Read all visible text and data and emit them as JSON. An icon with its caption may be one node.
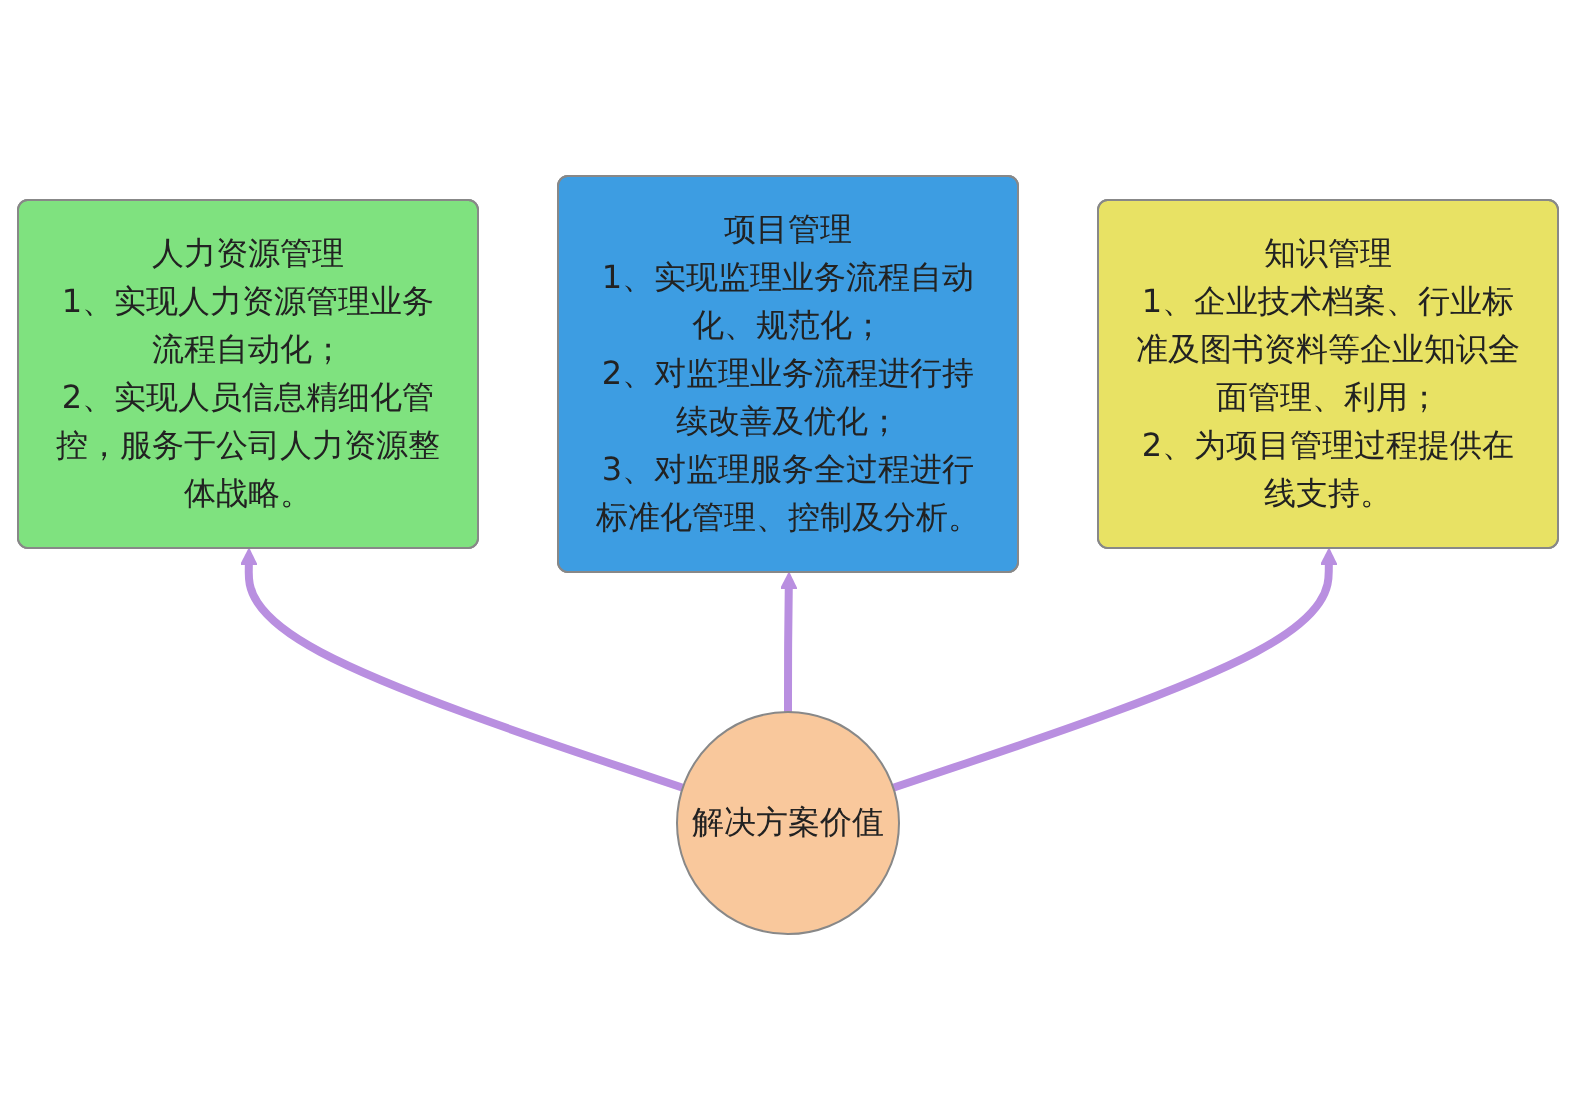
{
  "diagram": {
    "nodes": [
      {
        "text": [
          "人力资源管理",
          "1、实现人力资源管理业务流程自动化；",
          "2、实现人员信息精细化管控，服务于公司人力资源整体战略。"
        ]
      },
      {
        "text": [
          "项目管理",
          "1、实现监理业务流程自动化、规范化；",
          "2、对监理业务流程进行持续改善及优化；",
          "3、对监理服务全过程进行标准化管理、控制及分析。"
        ]
      },
      {
        "text": [
          "知识管理",
          "1、企业技术档案、行业标准及图书资料等企业知识全面管理、利用；",
          "2、为项目管理过程提供在线支持。"
        ]
      },
      {
        "text": [
          "解决方案价值"
        ]
      }
    ],
    "edges": [
      {
        "from": 3,
        "to": 0,
        "arrow": "to"
      },
      {
        "from": 3,
        "to": 1,
        "arrow": "to"
      },
      {
        "from": 3,
        "to": 2,
        "arrow": "to"
      }
    ]
  }
}
